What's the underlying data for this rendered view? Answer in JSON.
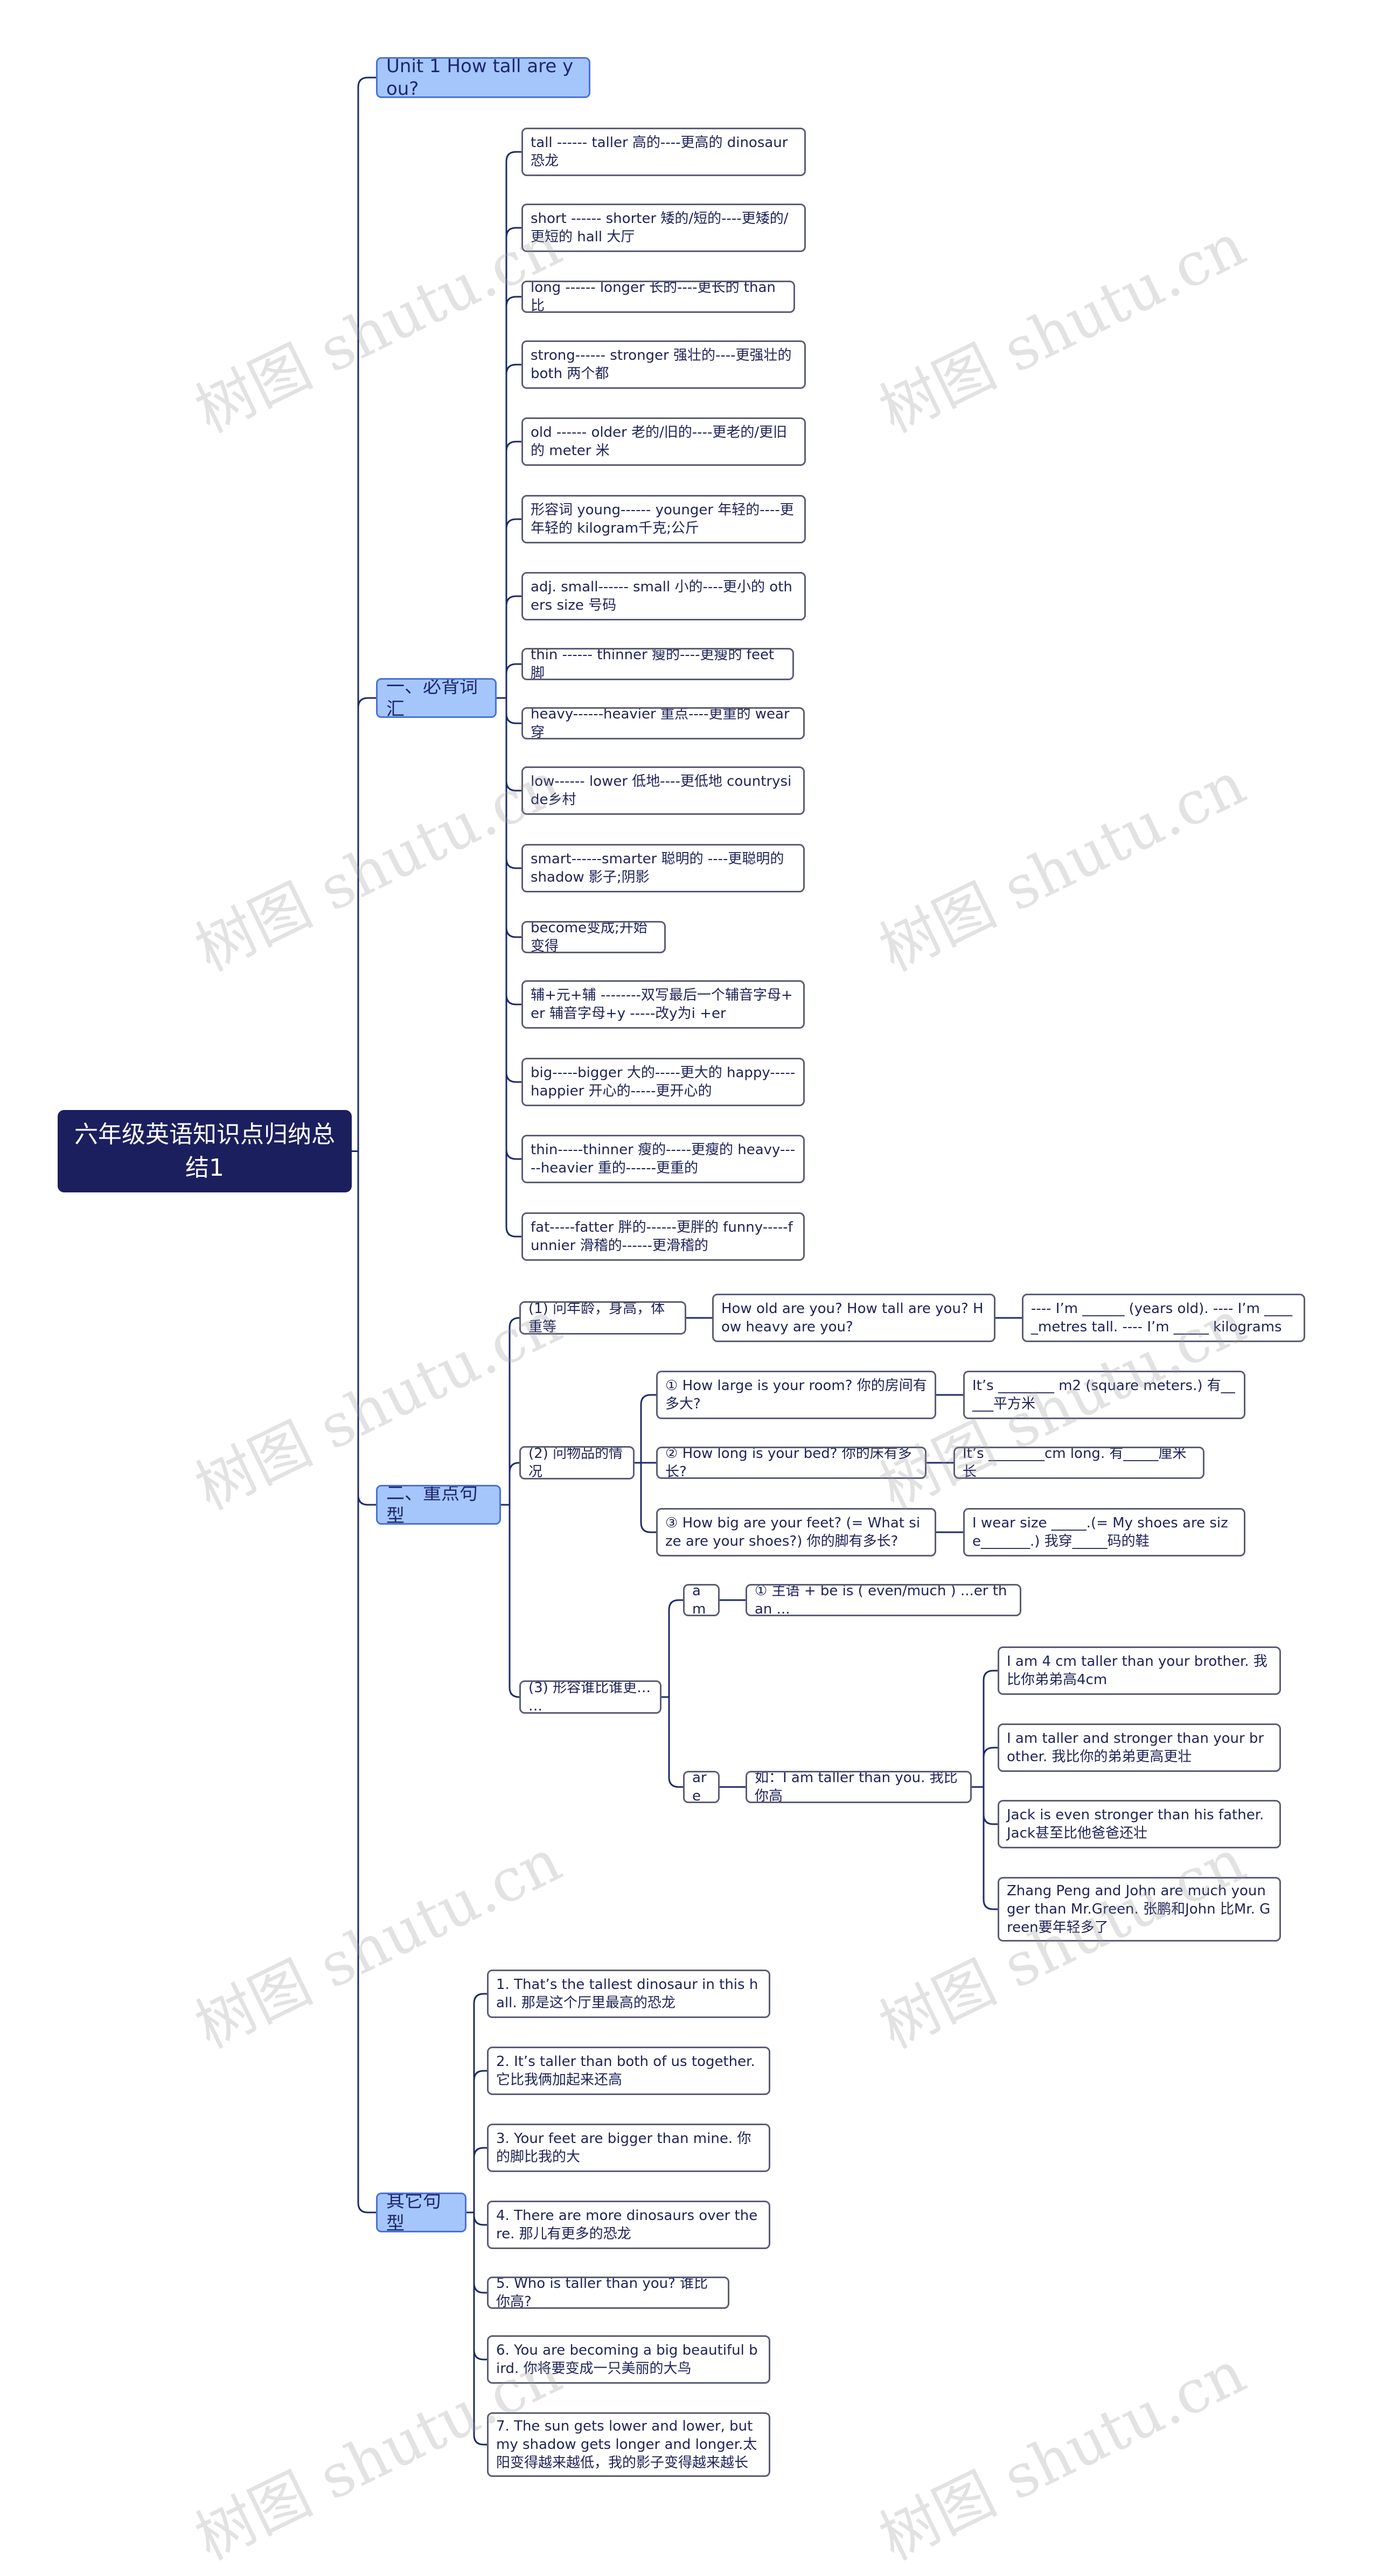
{
  "colors": {
    "root_bg": "#1c1f5e",
    "branch_bg": "#a5c6fb",
    "branch_border": "#4a72d8",
    "node_border": "#5b5e74",
    "edge": "#1f2a6a",
    "text": "#1e2358"
  },
  "watermark": "树图 shutu.cn",
  "root": {
    "id": "root",
    "text": "六年级英语知识点归纳总结1"
  },
  "nodes": [
    {
      "id": "b1",
      "parent": "root",
      "text": "Unit 1 How tall are you?"
    },
    {
      "id": "b2",
      "parent": "root",
      "text": "一、必背词汇"
    },
    {
      "id": "v1",
      "parent": "b2",
      "text": "tall ------ taller 高的----更高的 dinosaur 恐龙"
    },
    {
      "id": "v2",
      "parent": "b2",
      "text": "short ------ shorter 矮的/短的----更矮的/更短的 hall 大厅"
    },
    {
      "id": "v3",
      "parent": "b2",
      "text": "long ------ longer 长的----更长的 than 比"
    },
    {
      "id": "v4",
      "parent": "b2",
      "text": "strong------ stronger 强壮的----更强壮的 both 两个都"
    },
    {
      "id": "v5",
      "parent": "b2",
      "text": "old ------ older 老的/旧的----更老的/更旧的 meter 米"
    },
    {
      "id": "v6",
      "parent": "b2",
      "text": "形容词 young------ younger 年轻的----更年轻的 kilogram千克;公斤"
    },
    {
      "id": "v7",
      "parent": "b2",
      "text": "adj. small------ small 小的----更小的 others size 号码"
    },
    {
      "id": "v8",
      "parent": "b2",
      "text": "thin ------ thinner 瘦的----更瘦的 feet 脚"
    },
    {
      "id": "v9",
      "parent": "b2",
      "text": "heavy------heavier 重点----更重的 wear 穿"
    },
    {
      "id": "v10",
      "parent": "b2",
      "text": "low------ lower 低地----更低地 countryside乡村"
    },
    {
      "id": "v11",
      "parent": "b2",
      "text": "smart------smarter 聪明的 ----更聪明的 shadow 影子;阴影"
    },
    {
      "id": "v12",
      "parent": "b2",
      "text": "become变成;开始变得"
    },
    {
      "id": "v13",
      "parent": "b2",
      "text": "辅+元+辅 --------双写最后一个辅音字母+er 辅音字母+y -----改y为i +er"
    },
    {
      "id": "v14",
      "parent": "b2",
      "text": "big-----bigger 大的-----更大的 happy-----happier 开心的-----更开心的"
    },
    {
      "id": "v15",
      "parent": "b2",
      "text": "thin-----thinner 瘦的-----更瘦的 heavy-----heavier 重的------更重的"
    },
    {
      "id": "v16",
      "parent": "b2",
      "text": "fat-----fatter 胖的------更胖的 funny-----funnier 滑稽的------更滑稽的"
    },
    {
      "id": "b3",
      "parent": "root",
      "text": "二、重点句型"
    },
    {
      "id": "s1",
      "parent": "b3",
      "text": "(1) 问年龄，身高，体重等"
    },
    {
      "id": "s1a",
      "parent": "s1",
      "text": "How old are you? How tall are you? How heavy are you?"
    },
    {
      "id": "s1b",
      "parent": "s1a",
      "text": "---- I’m ______ (years old). ---- I’m _____metres tall. ---- I’m _____ kilograms"
    },
    {
      "id": "s2",
      "parent": "b3",
      "text": "(2) 问物品的情况"
    },
    {
      "id": "s2a",
      "parent": "s2",
      "text": "① How large is your room? 你的房间有多大?"
    },
    {
      "id": "s2a1",
      "parent": "s2a",
      "text": "It’s ________ m2 (square meters.) 有_____平方米"
    },
    {
      "id": "s2b",
      "parent": "s2",
      "text": "② How long is your bed? 你的床有多长?"
    },
    {
      "id": "s2b1",
      "parent": "s2b",
      "text": "It’s ________cm long. 有_____厘米长"
    },
    {
      "id": "s2c",
      "parent": "s2",
      "text": "③ How big are your feet? (= What size are your shoes?) 你的脚有多长?"
    },
    {
      "id": "s2c1",
      "parent": "s2c",
      "text": "I wear size _____.(= My shoes are size_______.) 我穿_____码的鞋"
    },
    {
      "id": "s3",
      "parent": "b3",
      "text": "(3) 形容谁比谁更… …"
    },
    {
      "id": "s3a",
      "parent": "s3",
      "text": "am"
    },
    {
      "id": "s3a1",
      "parent": "s3a",
      "text": "① 主语 + be is ( even/much ) ...er than ..."
    },
    {
      "id": "s3b",
      "parent": "s3",
      "text": "are"
    },
    {
      "id": "s3b1",
      "parent": "s3b",
      "text": "如：I am taller than you. 我比你高"
    },
    {
      "id": "e1",
      "parent": "s3b1",
      "text": "I am 4 cm taller than your brother. 我比你弟弟高4cm"
    },
    {
      "id": "e2",
      "parent": "s3b1",
      "text": "I am taller and stronger than your brother. 我比你的弟弟更高更壮"
    },
    {
      "id": "e3",
      "parent": "s3b1",
      "text": "Jack is even stronger than his father. Jack甚至比他爸爸还壮"
    },
    {
      "id": "e4",
      "parent": "s3b1",
      "text": "Zhang Peng and John are much younger than Mr.Green. 张鹏和John 比Mr. Green要年轻多了"
    },
    {
      "id": "b4",
      "parent": "root",
      "text": "其它句型"
    },
    {
      "id": "o1",
      "parent": "b4",
      "text": "1. That’s the tallest dinosaur in this hall. 那是这个厅里最高的恐龙"
    },
    {
      "id": "o2",
      "parent": "b4",
      "text": "2. It’s taller than both of us together. 它比我俩加起来还高"
    },
    {
      "id": "o3",
      "parent": "b4",
      "text": "3. Your feet are bigger than mine. 你的脚比我的大"
    },
    {
      "id": "o4",
      "parent": "b4",
      "text": "4. There are more dinosaurs over there. 那儿有更多的恐龙"
    },
    {
      "id": "o5",
      "parent": "b4",
      "text": "5. Who is taller than you? 谁比你高?"
    },
    {
      "id": "o6",
      "parent": "b4",
      "text": "6. You are becoming a big beautiful bird. 你将要变成一只美丽的大鸟"
    },
    {
      "id": "o7",
      "parent": "b4",
      "text": "7. The sun gets lower and lower, but my shadow gets longer and longer.太阳变得越来越低，我的影子变得越来越长"
    }
  ]
}
